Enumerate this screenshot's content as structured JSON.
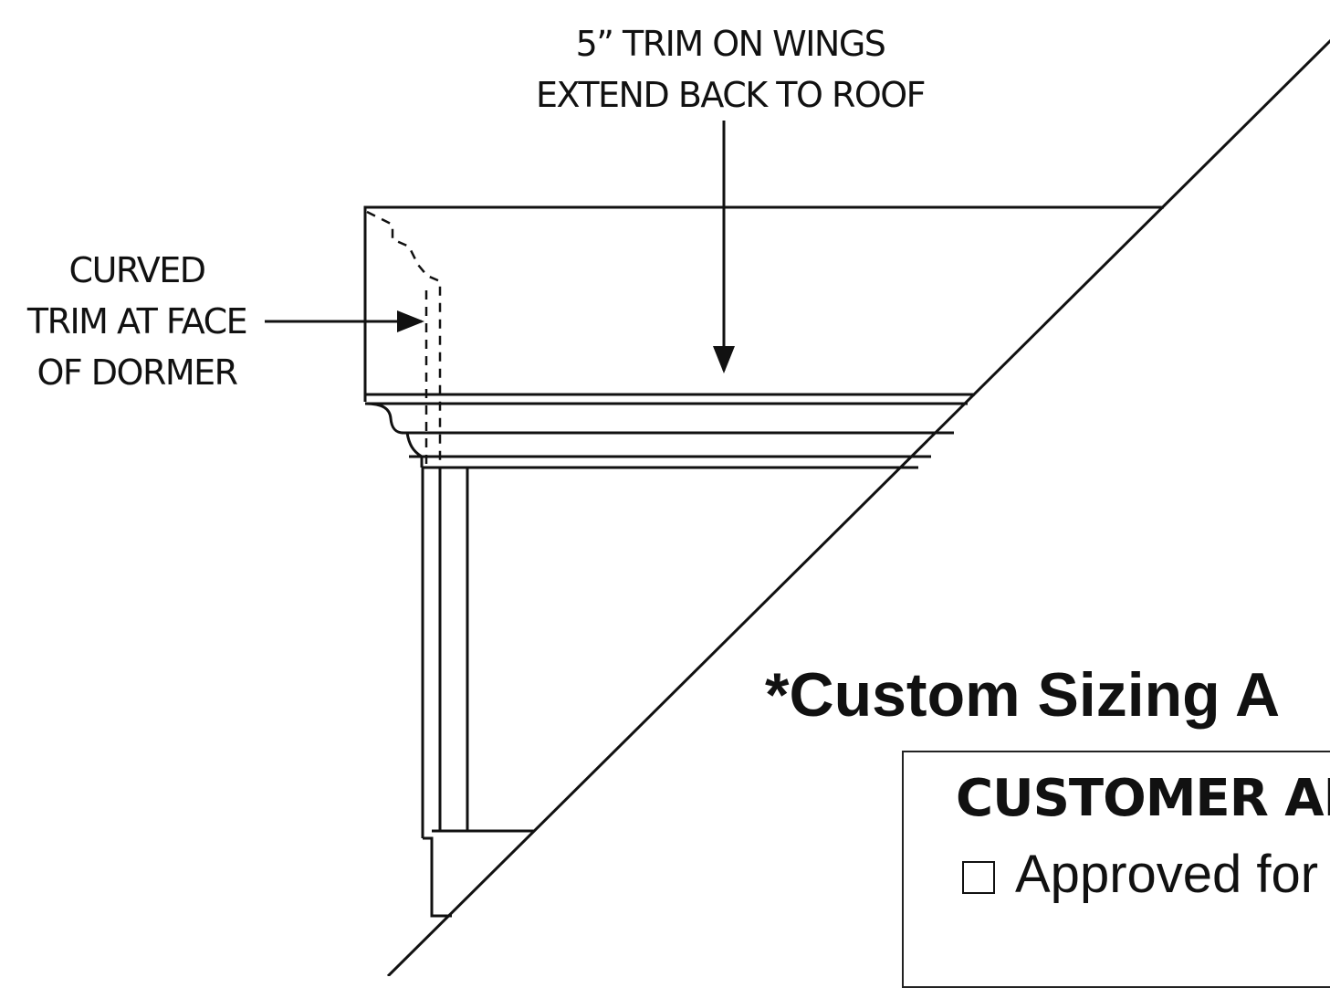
{
  "labels": {
    "top_line1": "5” TRIM ON WINGS",
    "top_line2": "EXTEND BACK TO ROOF",
    "left_line1": "CURVED",
    "left_line2": "TRIM AT FACE",
    "left_line3": "OF DORMER"
  },
  "heading": "*Custom Sizing A",
  "approval": {
    "title": "CUSTOMER AI",
    "checkbox_label": "Approved for"
  },
  "colors": {
    "line": "#111111",
    "background": "#ffffff"
  }
}
